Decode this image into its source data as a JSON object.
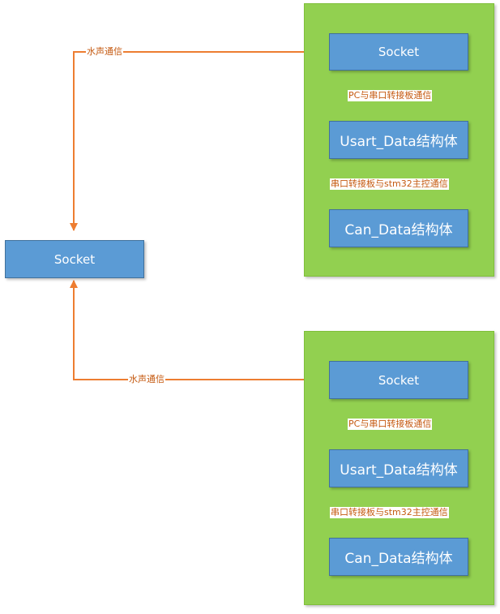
{
  "left_node": {
    "label": "Socket"
  },
  "links": {
    "top_label": "水声通信",
    "bottom_label": "水声通信"
  },
  "groups": [
    {
      "socket": "Socket",
      "usart": "Usart_Data结构体",
      "can": "Can_Data结构体",
      "link1": "PC与串口转接板通信",
      "link2": "串口转接板与stm32主控通信"
    },
    {
      "socket": "Socket",
      "usart": "Usart_Data结构体",
      "can": "Can_Data结构体",
      "link1": "PC与串口转接板通信",
      "link2": "串口转接板与stm32主控通信"
    }
  ],
  "colors": {
    "arrow": "#ed7d31",
    "box": "#5b9bd5",
    "group": "#92d050",
    "label_text": "#c55a11"
  }
}
